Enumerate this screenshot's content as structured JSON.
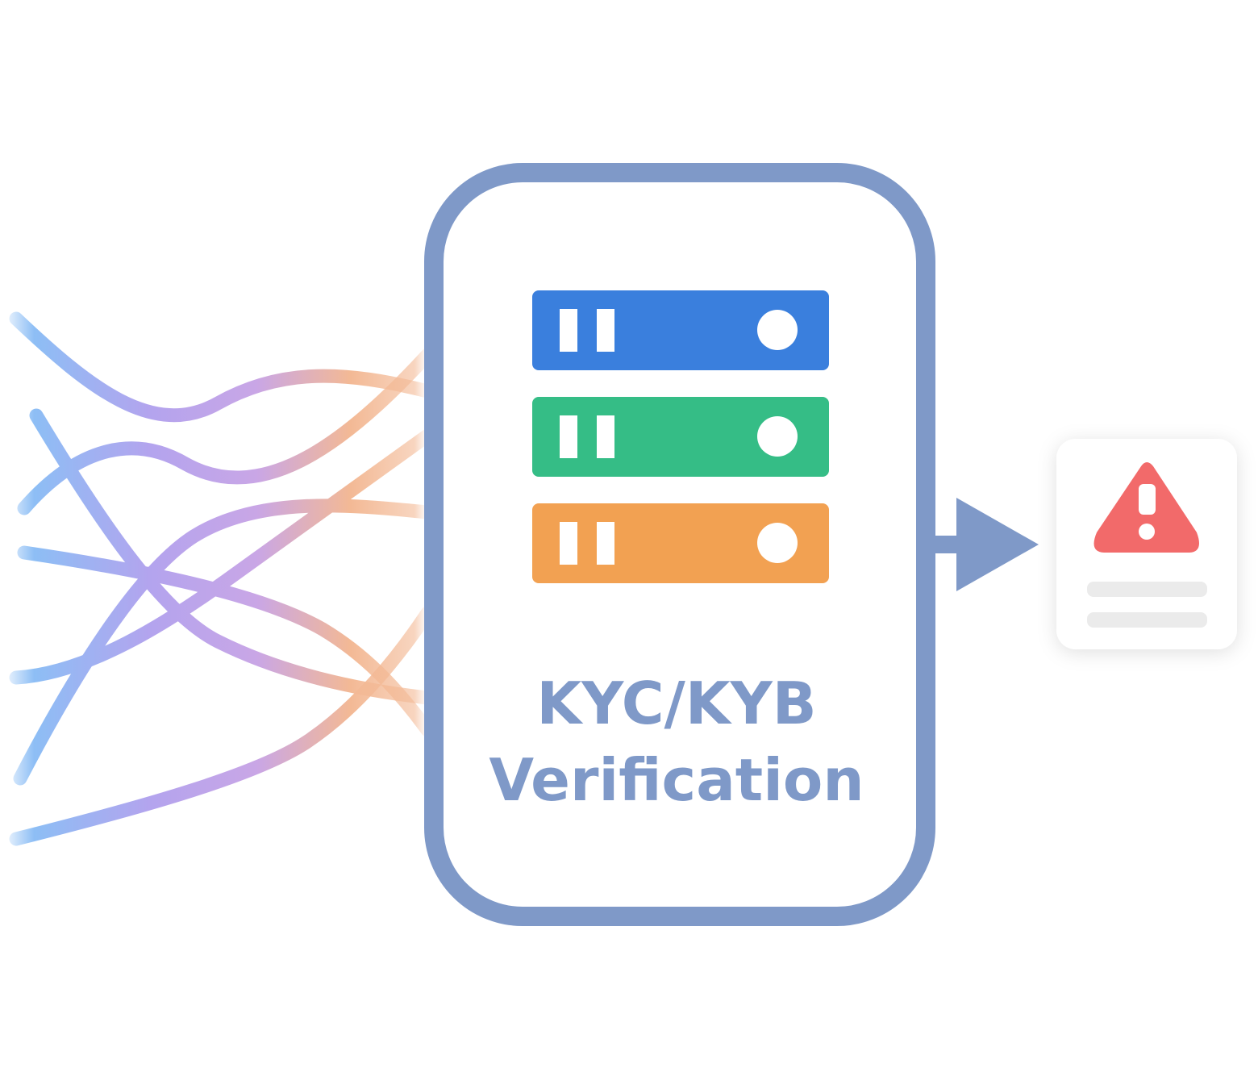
{
  "verification_box": {
    "title_line1": "KYC/KYB",
    "title_line2": "Verification",
    "border_color": "#7F99C8"
  },
  "servers": [
    {
      "name": "server-blue",
      "color": "#3A7FDD"
    },
    {
      "name": "server-green",
      "color": "#35BD86"
    },
    {
      "name": "server-orange",
      "color": "#F2A152"
    }
  ],
  "arrow": {
    "color": "#7F99C8"
  },
  "alert_card": {
    "icon": "warning-triangle-icon",
    "icon_color": "#F26A6A",
    "line_color": "#EBEBEB"
  },
  "input_streams": {
    "gradient_colors": [
      "#8DBEF5",
      "#B3A4EE",
      "#C9A6E6",
      "#F3B995"
    ]
  }
}
